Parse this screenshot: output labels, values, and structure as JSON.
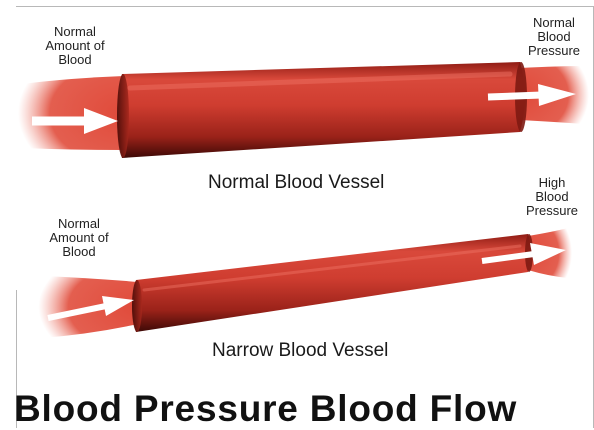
{
  "top_diagram": {
    "left_label_line1": "Normal",
    "left_label_line2": "Amount of",
    "left_label_line3": "Blood",
    "right_label_line1": "Normal",
    "right_label_line2": "Blood",
    "right_label_line3": "Pressure",
    "caption": "Normal Blood Vessel"
  },
  "bottom_diagram": {
    "left_label_line1": "Normal",
    "left_label_line2": "Amount of",
    "left_label_line3": "Blood",
    "right_label_line1": "High",
    "right_label_line2": "Blood",
    "right_label_line3": "Pressure",
    "caption": "Narrow Blood Vessel"
  },
  "title": "Blood Pressure Blood Flow",
  "colors": {
    "vessel": "#c8372c",
    "vessel_shadow": "#4a0d08",
    "flow": "#e0503f",
    "arrow": "#ffffff"
  }
}
